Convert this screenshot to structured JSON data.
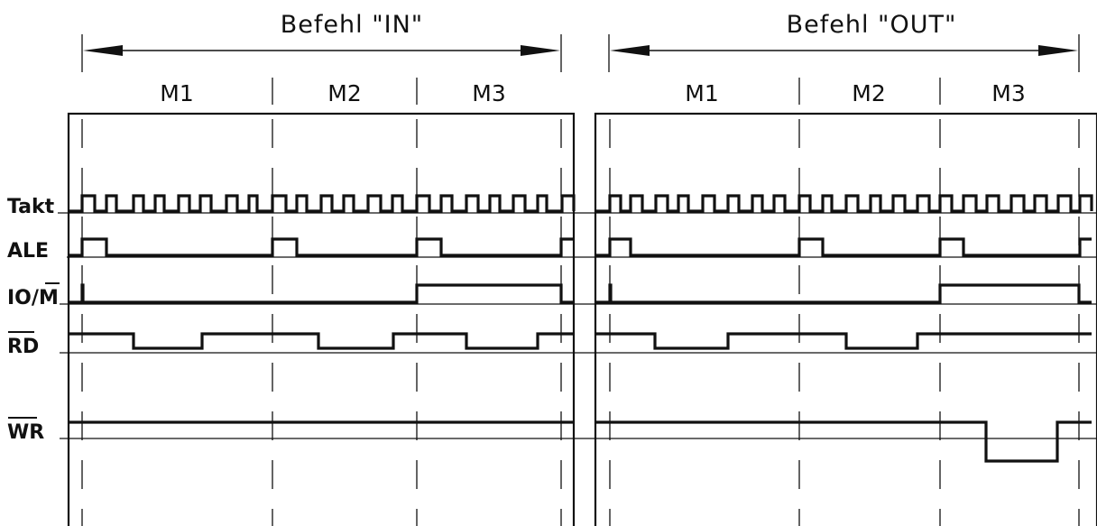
{
  "instructions": [
    {
      "title": "Befehl \"IN\"",
      "phases": [
        "M1",
        "M2",
        "M3"
      ],
      "waves": {
        "takt": "L 75 0 H 91 V 1 H 105 V 0 H 118 V 1 H 129 V 0 H 148 V 1 H 159 V 0 H 172 V 1 H 182 V 0 H 198 V 1 H 210 V 0 H 222 V 1 H 234 V 0 H 251 V 1 H 263 V 0 H 276 V 1 H 285 V 0 H 302 V 1 H 317 V 0 H 329 V 1 H 340 V 0 H 356 V 1 H 368 V 0 H 381 V 1 H 392 V 0 H 408 V 1 H 422 V 0 H 435 V 1 H 446 V 0 H 462 V 1 H 476 V 0 H 489 V 1 H 501 V 0 H 517 V 1 H 530 V 0 H 543 V 1 H 554 V 0 H 569 V 1 H 582 V 0 H 596 V 1 H 606 V 0 H 623 V 1 H 636 V 0",
        "ale": "L 75 0 H 91 V 1 H 118 V 0 H 302 V 1 H 329 V 0 H 462 V 1 H 489 V 0 H 622 V 1 H 636 V 1",
        "iom": "L 75 0 H 91 V 1 H 92 V 0 H 462 V 1 H 622 V 0 H 636 V 0",
        "rd": "L 75 1 H 148 V 0 H 224 V 1 H 353 V 0 H 436 V 1 H 517 V 0 H 596 V 1 H 636 V 1",
        "wr": "L 75 1 H 636 V 1"
      }
    },
    {
      "title": "Befehl \"OUT\"",
      "phases": [
        "M1",
        "M2",
        "M3"
      ],
      "waves": {
        "takt": "L 660 0 H 676 V 1 H 688 V 0 H 699 V 1 H 712 V 0 H 727 V 1 H 740 V 0 H 752 V 1 H 763 V 0 H 779 V 1 H 792 V 0 H 807 V 1 H 819 V 0 H 834 V 1 H 845 V 0 H 858 V 1 H 870 V 0 H 886 V 1 H 898 V 0 H 912 V 1 H 922 V 0 H 938 V 1 H 951 V 0 H 965 V 1 H 976 V 0 H 990 V 1 H 1003 V 0 H 1017 V 1 H 1030 V 0 H 1042 V 1 H 1055 V 0 H 1068 V 1 H 1082 V 0 H 1094 V 1 H 1107 V 0 H 1121 V 1 H 1135 V 0 H 1147 V 1 H 1160 V 0 H 1173 V 1 H 1187 V 0 H 1197 V 1 H 1210 V 0",
        "ale": "L 660 0 H 676 V 1 H 699 V 0 H 886 V 1 H 912 V 0 H 1042 V 1 H 1068 V 0 H 1197 V 1 H 1210 V 1",
        "iom": "L 660 0 H 676 V 1 H 677 V 0 H 1042 V 1 H 1196 V 0 H 1210 V 0",
        "rd": "L 660 1 H 726 V 0 H 807 V 1 H 938 V 0 H 1017 V 1 H 1210 V 1",
        "wr": "L 660 1 H 1093 V 0 H 1172 V 1 H 1210 V 1"
      }
    }
  ],
  "signals": {
    "takt": "Takt",
    "ale": "ALE",
    "iom_prefix": "IO/",
    "iom_bar": "M",
    "rd": "RD",
    "wr": "WR"
  }
}
